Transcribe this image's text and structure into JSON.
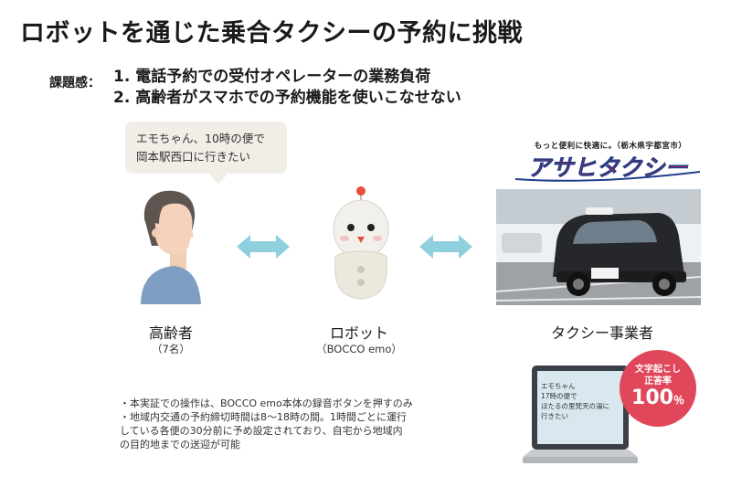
{
  "title": "ロボットを通じた乗合タクシーの予約に挑戦",
  "issues": {
    "label": "課題感：",
    "items": [
      "1. 電話予約での受付オペレーターの業務負荷",
      "2. 高齢者がスマホでの予約機能を使いこなせない"
    ]
  },
  "speech_bubble": {
    "line1": "エモちゃん、10時の便で",
    "line2": "岡本駅西口に行きたい"
  },
  "actors": [
    {
      "label": "高齢者",
      "sub": "（7名）"
    },
    {
      "label": "ロボット",
      "sub": "（BOCCO emo）"
    },
    {
      "label": "タクシー事業者",
      "sub": ""
    }
  ],
  "logo": {
    "tagline": "もっと便利に快適に。（栃木県宇都宮市）",
    "name": "アサヒタクシー"
  },
  "notes": [
    "・本実証での操作は、BOCCO emo本体の録音ボタンを押すのみ",
    "・地域内交通の予約締切時間は8〜18時の間。1時間ごとに運行",
    "している各便の30分前に予め設定されており、自宅から地域内",
    "の目的地までの送迎が可能"
  ],
  "laptop_screen": [
    "エモちゃん",
    "17時の便で",
    "ほたるの里梵天の湯に",
    "行きたい"
  ],
  "badge": {
    "line1": "文字起こし",
    "line2": "正答率",
    "value": "100",
    "unit": "％"
  },
  "colors": {
    "arrow": "#8fd0de",
    "badge": "#e0475a",
    "logo_red": "#d7182a",
    "logo_blue": "#1e3e8c",
    "speech_bg": "#f1eee7"
  }
}
